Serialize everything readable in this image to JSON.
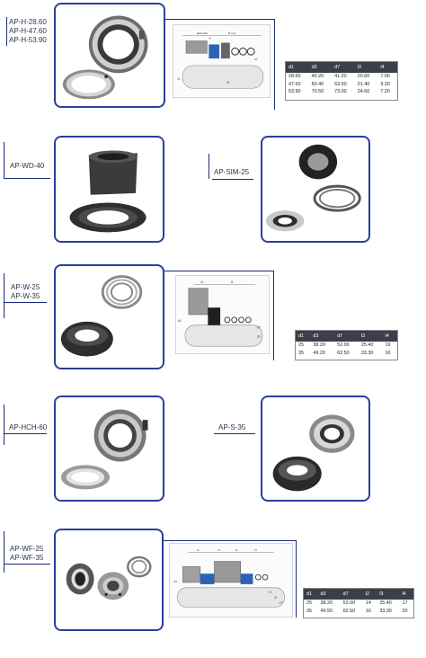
{
  "products": [
    {
      "id": "hn",
      "labels": [
        "AP-H-28.60",
        "AP-H-47.60",
        "AP-H-53.90"
      ]
    },
    {
      "id": "wd",
      "labels": [
        "AP-WD-40"
      ]
    },
    {
      "id": "sim",
      "labels": [
        "AP-SIM-25"
      ]
    },
    {
      "id": "w",
      "labels": [
        "AP-W-25",
        "AP-W-35"
      ]
    },
    {
      "id": "hch",
      "labels": [
        "AP-HCH-60"
      ]
    },
    {
      "id": "s",
      "labels": [
        "AP-S-35"
      ]
    },
    {
      "id": "wf",
      "labels": [
        "AP-WF-25",
        "AP-WF-35"
      ]
    }
  ],
  "drawings": {
    "hn": {
      "labels": [
        "d1",
        "d3",
        "d7",
        "Hameshi",
        "l3 mm",
        "l4"
      ]
    },
    "w": {
      "labels": [
        "l4",
        "l3",
        "d1",
        "d3",
        "d7"
      ]
    },
    "wf": {
      "labels": [
        "l2",
        "l4",
        "l3",
        "d1",
        "d3",
        "d7",
        "d5",
        "l4"
      ]
    }
  },
  "tables": {
    "hn": {
      "headers": [
        "d1",
        "d3",
        "d7",
        "l3",
        "l4"
      ],
      "rows": [
        [
          "28.60",
          "40.20",
          "41.20",
          "20.60",
          "7.00"
        ],
        [
          "47.60",
          "60.40",
          "63.50",
          "21.40",
          "9.30"
        ],
        [
          "53.90",
          "70.50",
          "73.00",
          "24.60",
          "7.20"
        ]
      ]
    },
    "w": {
      "headers": [
        "d1",
        "d3",
        "d7",
        "l3",
        "l4"
      ],
      "rows": [
        [
          "25",
          "38.20",
          "52.00",
          "25.40",
          "16"
        ],
        [
          "35",
          "49.20",
          "62.50",
          "33.30",
          "16"
        ]
      ]
    },
    "wf": {
      "headers": [
        "d1",
        "d3",
        "d7",
        "l2",
        "l3",
        "l4"
      ],
      "rows": [
        [
          "25",
          "38.20",
          "52.00",
          "14",
          "25.40",
          "17"
        ],
        [
          "35",
          "49.50",
          "62.50",
          "16",
          "33.30",
          "20"
        ]
      ]
    }
  },
  "colors": {
    "card_border": "#2b3f9a",
    "accent_line": "#1d2b7a",
    "table_header": "#3a3f49"
  }
}
